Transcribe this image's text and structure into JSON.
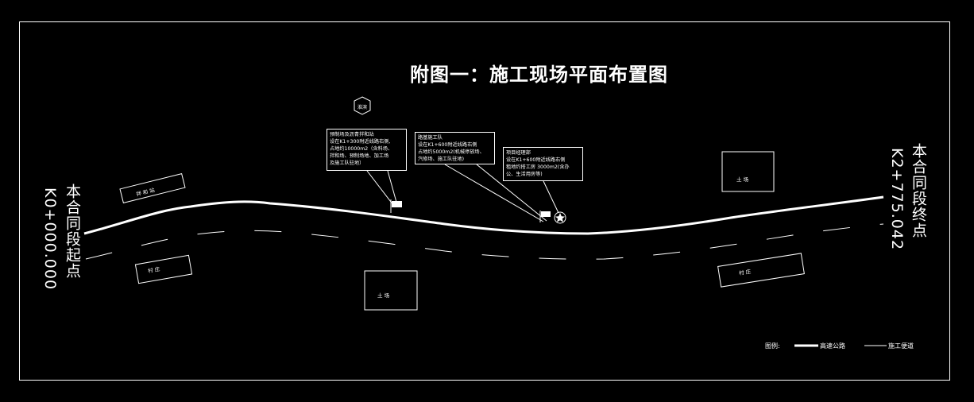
{
  "title": "附图一：施工现场平面布置图",
  "start_point": {
    "label": "本合同段起点",
    "chainage": "K0+000.000"
  },
  "end_point": {
    "label": "本合同段终点",
    "chainage": "K2+775.042"
  },
  "hex_marker": "淮滨",
  "notes": {
    "precast_yard": "预制场及沥青拌和站\n设在K1+300附近线路右侧,\n占地约10000m2（含料场、\n拌和场、预制场地、加工场\n及施工队驻地）",
    "roadbed_team": "路基施工队\n设在K1+600附近线路右侧\n占地约5000m2(机械停放场、\n汽修场、施工队驻地)",
    "project_dept": "项目经理部\n设在K1+600附近线路右侧\n租地约搭工房 3000m2(含办\n公、生活用房等)"
  },
  "areas": {
    "left_upper": "拌 和 站",
    "left_lower": "村    庄",
    "center_lower": "土    场",
    "right_upper": "土    场",
    "right_lower": "村    庄"
  },
  "legend": {
    "label": "图例:",
    "highway": "高速公路",
    "access_road": "施工便道"
  }
}
